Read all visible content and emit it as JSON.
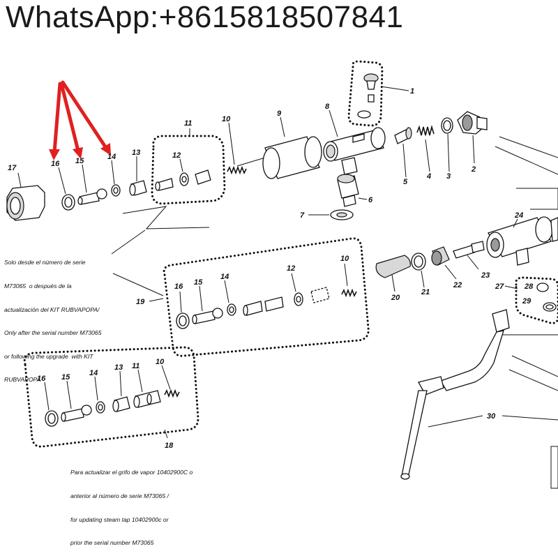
{
  "header": {
    "contact": "WhatsApp:+8615818507841"
  },
  "notes": {
    "top": [
      "Solo desde el número de serie",
      "M73065  o después de la",
      "actualización del KIT RUBVAPOPA/",
      "Only after the serial number M73065",
      "or following the upgrade  with KIT",
      "RUBVAPOPA"
    ],
    "bottom": [
      "Para actualizar el grifo de vapor 10402900C o",
      "anterior al número de serie M73065 /",
      "for updating steam tap 10402900c or",
      "prior the serial number M73065"
    ]
  },
  "part_numbers": {
    "top_row": [
      "17",
      "16",
      "15",
      "14",
      "13",
      "12",
      "11",
      "10",
      "9",
      "8",
      "1",
      "5",
      "4",
      "3",
      "2",
      "6",
      "7"
    ],
    "kit_19": [
      "19",
      "16",
      "15",
      "14",
      "12",
      "10"
    ],
    "kit_18": [
      "16",
      "15",
      "14",
      "13",
      "11",
      "10",
      "18"
    ],
    "right_group": [
      "24",
      "20",
      "21",
      "22",
      "23",
      "27",
      "28",
      "29",
      "30"
    ]
  },
  "colors": {
    "arrow": "#e02020",
    "line": "#111111"
  }
}
